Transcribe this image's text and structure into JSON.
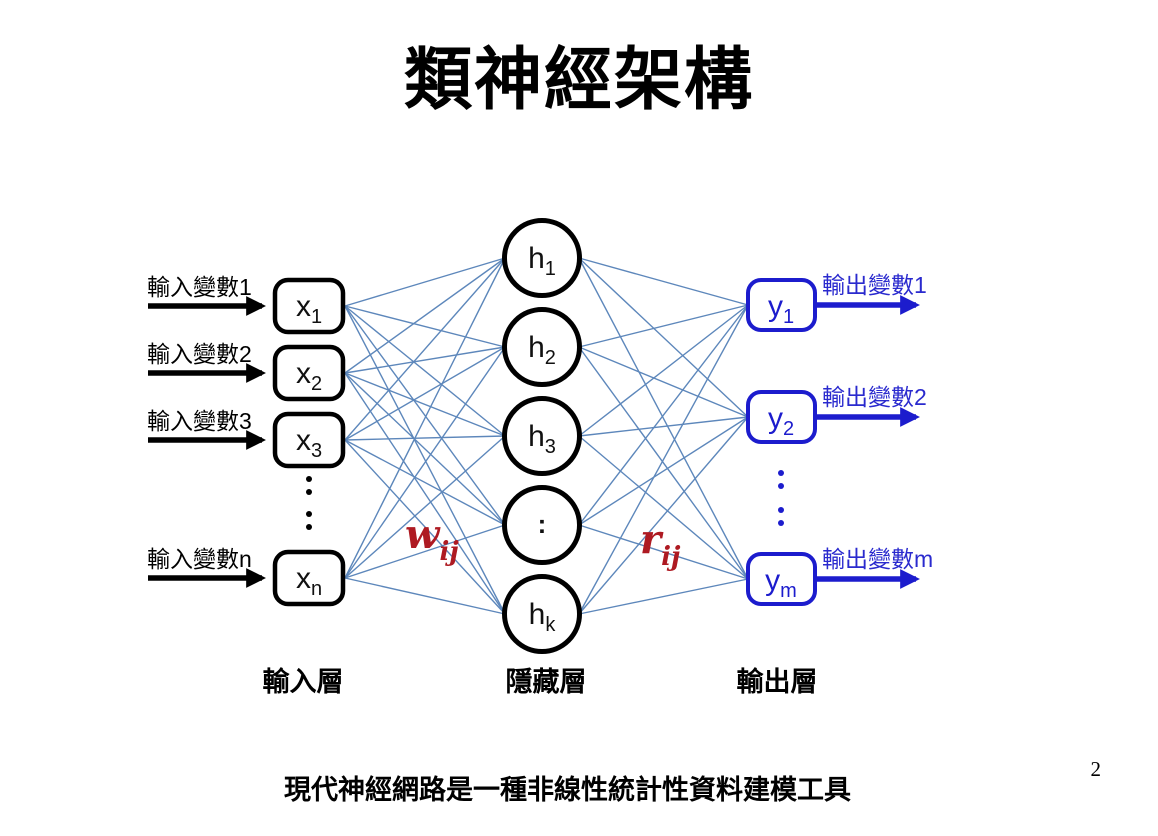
{
  "slide": {
    "title": "類神經架構",
    "footer": "現代神經網路是一種非線性統計性資料建模工具",
    "page_number": "2"
  },
  "diagram": {
    "input_layer_label": "輸入層",
    "hidden_layer_label": "隱藏層",
    "output_layer_label": "輸出層",
    "input_nodes": [
      {
        "base": "x",
        "sub": "1"
      },
      {
        "base": "x",
        "sub": "2"
      },
      {
        "base": "x",
        "sub": "3"
      },
      {
        "base": "x",
        "sub": "n"
      }
    ],
    "hidden_nodes": [
      {
        "base": "h",
        "sub": "1"
      },
      {
        "base": "h",
        "sub": "2"
      },
      {
        "base": "h",
        "sub": "3"
      },
      {
        "base": ":",
        "sub": ""
      },
      {
        "base": "h",
        "sub": "k"
      }
    ],
    "output_nodes": [
      {
        "base": "y",
        "sub": "1"
      },
      {
        "base": "y",
        "sub": "2"
      },
      {
        "base": "y",
        "sub": "m"
      }
    ],
    "input_arrow_labels": [
      "輸入變數1",
      "輸入變數2",
      "輸入變數3",
      "輸入變數n"
    ],
    "output_arrow_labels": [
      "輸出變數1",
      "輸出變數2",
      "輸出變數m"
    ],
    "weight_label_input_hidden": {
      "base": "w",
      "sub": "ij"
    },
    "weight_label_hidden_output": {
      "base": "r",
      "sub": "ij"
    },
    "colors": {
      "node_black": "#000000",
      "output_blue": "#1c1ccd",
      "connection_blue": "#5d87bb",
      "weight_red": "#ae1a22"
    }
  }
}
